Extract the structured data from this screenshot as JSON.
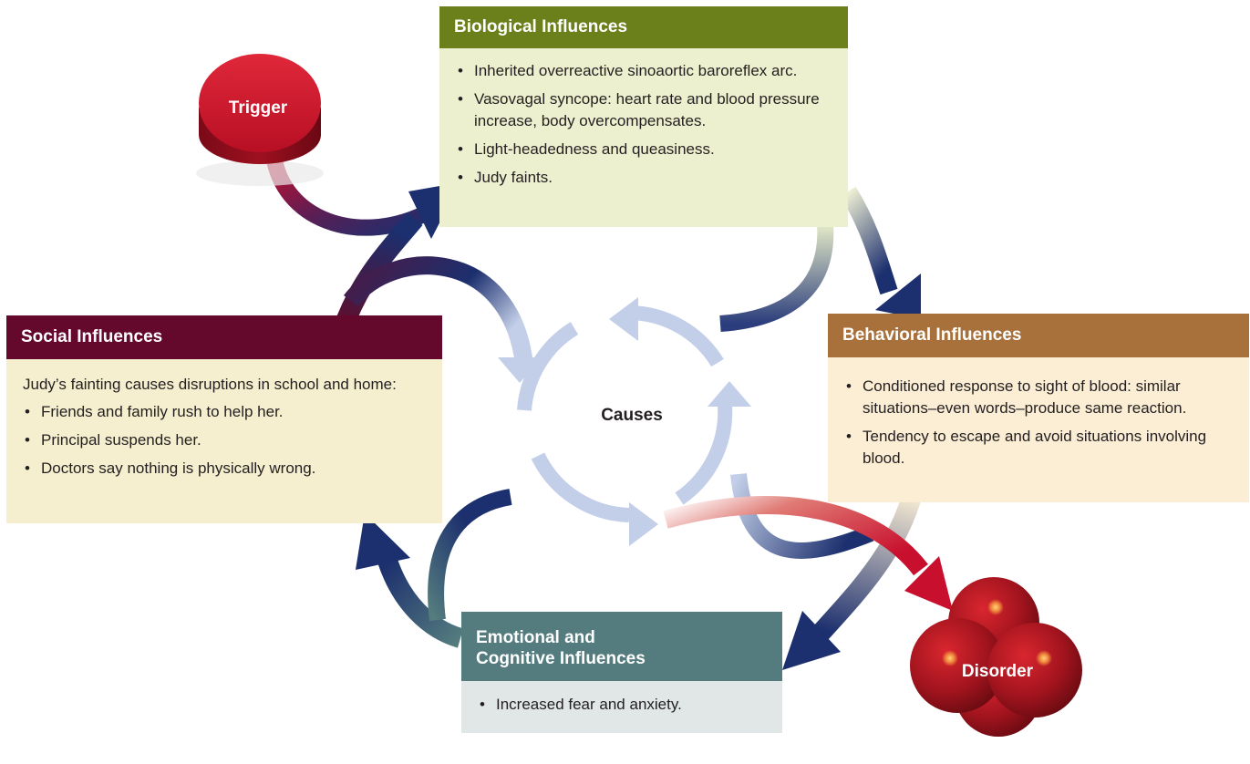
{
  "center_label": "Causes",
  "trigger_label": "Trigger",
  "disorder_label": "Disorder",
  "biological": {
    "title": "Biological Influences",
    "items": [
      "Inherited overreactive sinoaortic baroreflex arc.",
      "Vasovagal syncope: heart rate and blood pressure increase, body overcompensates.",
      "Light-headedness and queasiness.",
      "Judy faints."
    ]
  },
  "social": {
    "title": "Social Influences",
    "intro": "Judy’s fainting causes disruptions in school and home:",
    "items": [
      "Friends and family rush to help her.",
      "Principal suspends her.",
      "Doctors say nothing is physically wrong."
    ]
  },
  "behavioral": {
    "title": "Behavioral Influences",
    "items": [
      "Conditioned response to sight of blood: similar situations–even words–produce same reaction.",
      "Tendency to escape and avoid situations involving blood."
    ]
  },
  "emotional": {
    "title_line1": "Emotional and",
    "title_line2": "Cognitive Influences",
    "items": [
      "Increased fear and anxiety."
    ]
  },
  "colors": {
    "biological_header": "#6b7f1a",
    "social_header": "#64082c",
    "behavioral_header": "#a8713b",
    "emotional_header": "#547c7e",
    "arrow_navy": "#1c2f6e",
    "center_arrow": "#c3cfe8",
    "trigger_red": "#c8102e",
    "disorder_red": "#b3202a"
  }
}
